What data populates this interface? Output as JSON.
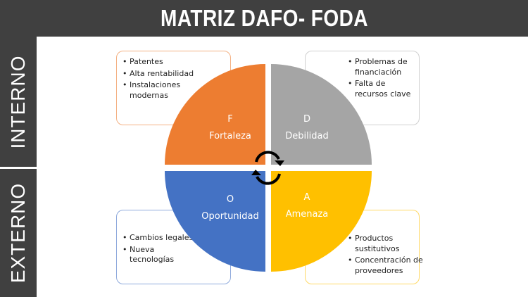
{
  "title": "MATRIZ DAFO- FODA",
  "side_labels": {
    "internal": "INTERNO",
    "external": "EXTERNO"
  },
  "quadrants": [
    {
      "id": "F",
      "letter": "F",
      "name": "Fortaleza",
      "color": "#ED7D31",
      "items": [
        "Patentes",
        "Alta rentabilidad",
        "Instalaciones modernas"
      ]
    },
    {
      "id": "D",
      "letter": "D",
      "name": "Debilidad",
      "color": "#A5A5A5",
      "items": [
        "Problemas de financiación",
        "Falta de recursos clave"
      ]
    },
    {
      "id": "O",
      "letter": "O",
      "name": "Oportunidad",
      "color": "#4472C4",
      "items": [
        "Cambios legales",
        "Nueva tecnologías"
      ]
    },
    {
      "id": "A",
      "letter": "A",
      "name": "Amenaza",
      "color": "#FFC000",
      "items": [
        "Productos sustitutivos",
        "Concentración de proveedores"
      ]
    }
  ],
  "center_icon": "cycle-arrows-icon"
}
